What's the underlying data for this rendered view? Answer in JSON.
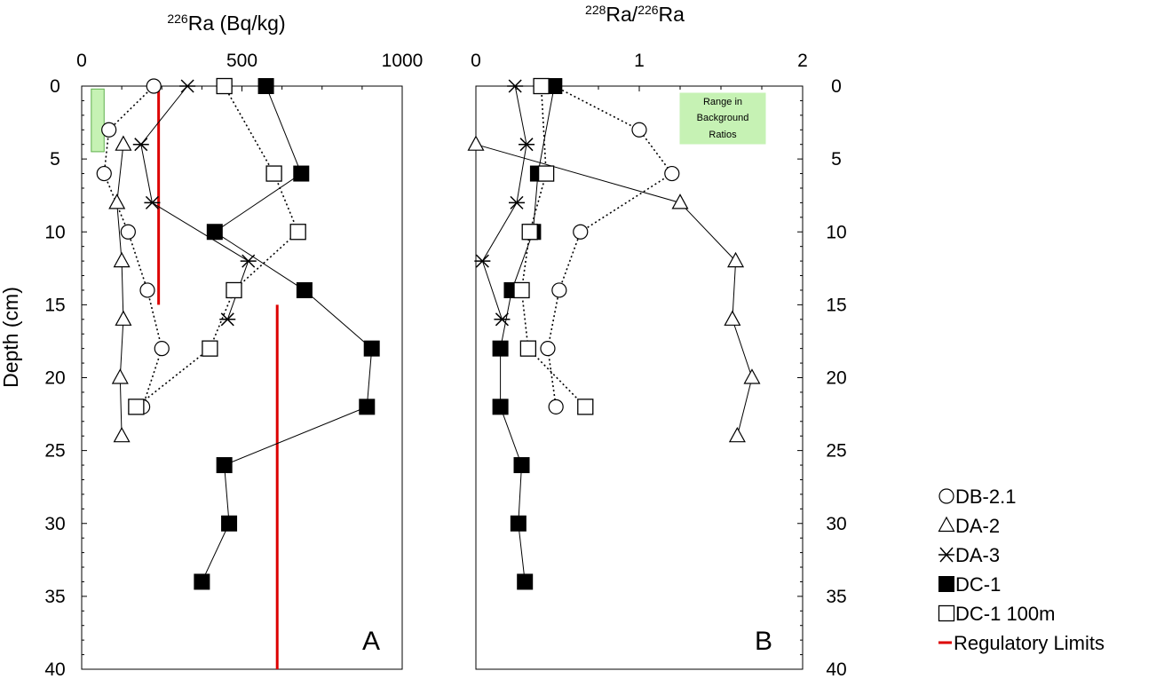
{
  "chart_data": [
    {
      "type": "scatter",
      "panel_label": "A",
      "x_title": {
        "sup": "226",
        "text": "Ra (Bq/kg)"
      },
      "ylabel": "Depth (cm)",
      "xlim": [
        0,
        1000
      ],
      "ylim": [
        40,
        0
      ],
      "x_axis_position": "top",
      "y_axis_position": "left",
      "xticks": [
        "0",
        "500",
        "1000"
      ],
      "yticks": [
        "0",
        "5",
        "10",
        "15",
        "20",
        "25",
        "30",
        "35",
        "40"
      ],
      "grid": false,
      "series": [
        {
          "name": "DB-2.1",
          "marker": "circle",
          "line": "dotted",
          "points": [
            [
              225,
              0
            ],
            [
              85,
              3
            ],
            [
              70,
              6
            ],
            [
              145,
              10
            ],
            [
              205,
              14
            ],
            [
              250,
              18
            ],
            [
              190,
              22
            ]
          ]
        },
        {
          "name": "DA-2",
          "marker": "triangle",
          "line": "solid",
          "points": [
            [
              130,
              4
            ],
            [
              110,
              8
            ],
            [
              125,
              12
            ],
            [
              130,
              16
            ],
            [
              120,
              20
            ],
            [
              125,
              24
            ]
          ]
        },
        {
          "name": "DA-3",
          "marker": "star",
          "line": "solid",
          "points": [
            [
              330,
              0
            ],
            [
              185,
              4
            ],
            [
              220,
              8
            ],
            [
              520,
              12
            ],
            [
              455,
              16
            ]
          ]
        },
        {
          "name": "DC-1",
          "marker": "filled-square",
          "line": "solid",
          "points": [
            [
              575,
              0
            ],
            [
              685,
              6
            ],
            [
              415,
              10
            ],
            [
              695,
              14
            ],
            [
              905,
              18
            ],
            [
              890,
              22
            ],
            [
              445,
              26
            ],
            [
              460,
              30
            ],
            [
              375,
              34
            ]
          ]
        },
        {
          "name": "DC-1 100m",
          "marker": "open-square",
          "line": "dotted",
          "points": [
            [
              445,
              0
            ],
            [
              600,
              6
            ],
            [
              675,
              10
            ],
            [
              475,
              14
            ],
            [
              400,
              18
            ],
            [
              170,
              22
            ]
          ]
        }
      ],
      "regulatory_limits": [
        {
          "x": 240,
          "y_from": 0,
          "y_to": 15
        },
        {
          "x": 610,
          "y_from": 15,
          "y_to": 40
        }
      ],
      "background_range": {
        "x_from": 30,
        "x_to": 70,
        "y_from": 0.2,
        "y_to": 4.5
      }
    },
    {
      "type": "scatter",
      "panel_label": "B",
      "x_title": {
        "sup1": "228",
        "mid": "Ra/",
        "sup2": "226",
        "text": "Ra"
      },
      "xlim": [
        0,
        2
      ],
      "ylim": [
        40,
        0
      ],
      "x_axis_position": "top",
      "y_axis_position": "right",
      "xticks": [
        "0",
        "1",
        "2"
      ],
      "yticks": [
        "0",
        "5",
        "10",
        "15",
        "20",
        "25",
        "30",
        "35",
        "40"
      ],
      "grid": false,
      "series": [
        {
          "name": "DB-2.1",
          "marker": "circle",
          "line": "dotted",
          "points": [
            [
              0.48,
              0
            ],
            [
              1.0,
              3
            ],
            [
              1.2,
              6
            ],
            [
              0.64,
              10
            ],
            [
              0.51,
              14
            ],
            [
              0.44,
              18
            ],
            [
              0.49,
              22
            ]
          ]
        },
        {
          "name": "DA-2",
          "marker": "triangle",
          "line": "solid",
          "points": [
            [
              0.0,
              4
            ],
            [
              1.25,
              8
            ],
            [
              1.59,
              12
            ],
            [
              1.57,
              16
            ],
            [
              1.69,
              20
            ],
            [
              1.6,
              24
            ]
          ]
        },
        {
          "name": "DA-3",
          "marker": "star",
          "line": "solid",
          "points": [
            [
              0.24,
              0
            ],
            [
              0.31,
              4
            ],
            [
              0.25,
              8
            ],
            [
              0.04,
              12
            ],
            [
              0.16,
              16
            ]
          ]
        },
        {
          "name": "DC-1",
          "marker": "filled-square",
          "line": "solid",
          "points": [
            [
              0.48,
              0
            ],
            [
              0.38,
              6
            ],
            [
              0.35,
              10
            ],
            [
              0.22,
              14
            ],
            [
              0.15,
              18
            ],
            [
              0.15,
              22
            ],
            [
              0.28,
              26
            ],
            [
              0.26,
              30
            ],
            [
              0.3,
              34
            ]
          ]
        },
        {
          "name": "DC-1 100m",
          "marker": "open-square",
          "line": "dotted",
          "points": [
            [
              0.4,
              0
            ],
            [
              0.43,
              6
            ],
            [
              0.33,
              10
            ],
            [
              0.28,
              14
            ],
            [
              0.32,
              18
            ],
            [
              0.67,
              22
            ]
          ]
        }
      ],
      "background_note": {
        "lines": [
          "Range in",
          "Background",
          "Ratios"
        ]
      }
    }
  ],
  "legend": {
    "placement": "bottom-right",
    "items": [
      {
        "label": "DB-2.1",
        "marker": "circle"
      },
      {
        "label": "DA-2",
        "marker": "triangle"
      },
      {
        "label": "DA-3",
        "marker": "star"
      },
      {
        "label": "DC-1",
        "marker": "filled-square"
      },
      {
        "label": "DC-1 100m",
        "marker": "open-square"
      },
      {
        "label": "Regulatory Limits",
        "marker": "red-line"
      }
    ]
  },
  "colors": {
    "regulatory": "#dd0000",
    "background_fill": "#c6f2b4",
    "background_stroke": "#5fb04c",
    "ink": "#000000"
  }
}
